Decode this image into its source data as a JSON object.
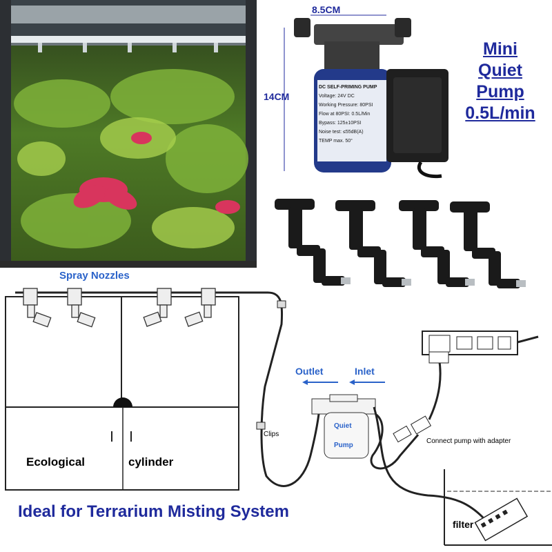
{
  "dimensions": {
    "width": "8.5CM",
    "height": "14CM"
  },
  "title_lines": [
    "Mini",
    "Quiet",
    "Pump",
    "0.5L/min"
  ],
  "pump_label_lines": [
    "DC SELF-PRIMING PUMP",
    "Voltage: 24V DC",
    "Working Pressure: 80PSI",
    "Flow at 80PSI: 0.5L/Min",
    "Bypass: 125±10PSI",
    "Noise test: ≤55dB(A)",
    "TEMP max. 50°"
  ],
  "diagram": {
    "spray_nozzles": "Spray Nozzles",
    "outlet": "Outlet",
    "inlet": "Inlet",
    "clips": "Clips",
    "pump_top": "Quiet",
    "pump_bottom": "Pump",
    "connect": "Connect pump with adapter",
    "filter": "filter",
    "cylinder_left": "Ecological",
    "cylinder_right": "cylinder"
  },
  "tagline": "Ideal for Terrarium Misting System",
  "colors": {
    "title": "#1f2a9c",
    "accent": "#2a62c9",
    "foliage": "#5d8f2c",
    "bromeliad": "#d8355d"
  }
}
